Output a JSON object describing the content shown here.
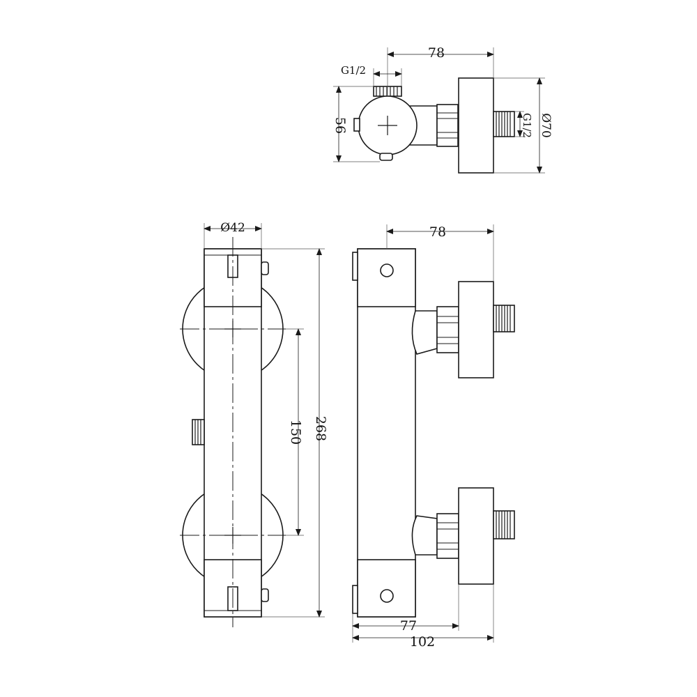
{
  "dimensions": {
    "top_view_width": "78",
    "top_view_inlet_thread": "G1/2",
    "top_view_height": "56",
    "top_view_outlet_thread": "G1/2",
    "top_view_flange_diameter": "Ø70",
    "front_view_body_diameter": "Ø42",
    "front_view_centers": "150",
    "front_view_overall_length": "268",
    "side_view_width": "78",
    "side_view_depth_to_flange": "77",
    "side_view_overall_depth": "102"
  }
}
